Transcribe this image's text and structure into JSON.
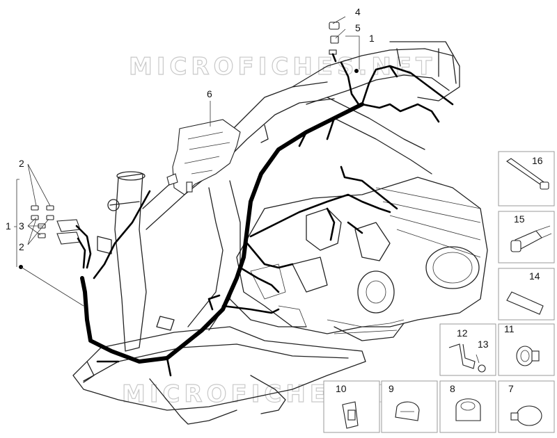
{
  "watermark": {
    "top": "MICROFICHES.NET",
    "bottom": "MICROFICHES.NET"
  },
  "callouts": {
    "c1_top": "1",
    "c1_left": "1",
    "c2_a": "2",
    "c2_b": "2",
    "c3": "3",
    "c4": "4",
    "c5": "5",
    "c6": "6",
    "c7": "7",
    "c8": "8",
    "c9": "9",
    "c10": "10",
    "c11": "11",
    "c12": "12",
    "c13": "13",
    "c14": "14",
    "c15": "15",
    "c16": "16"
  }
}
